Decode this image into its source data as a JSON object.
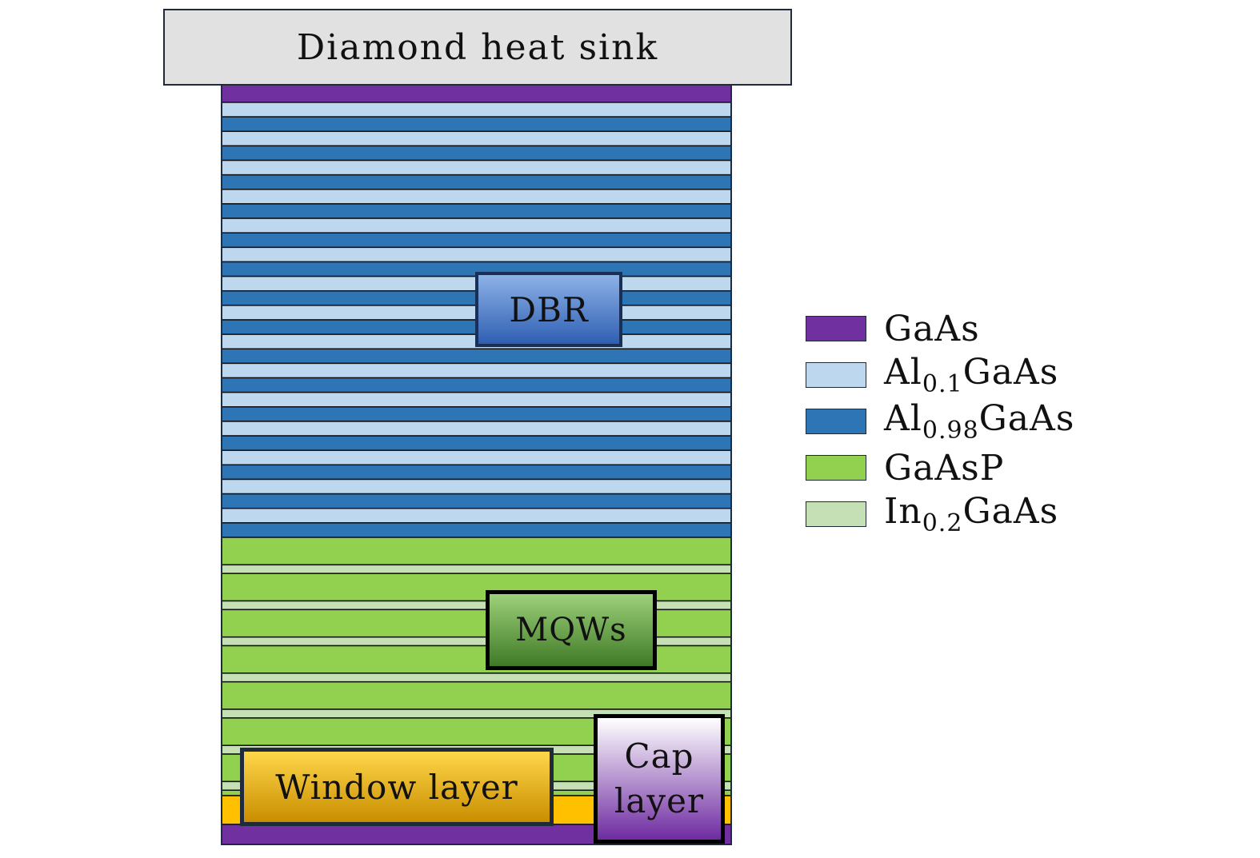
{
  "heat_sink": {
    "label": "Diamond heat sink"
  },
  "labels": {
    "dbr": "DBR",
    "mqws": "MQWs",
    "window": "Window layer",
    "cap_line1": "Cap",
    "cap_line2": "layer"
  },
  "legend": [
    {
      "pre": "GaAs",
      "sub": "",
      "post": "",
      "color": "#7030a0"
    },
    {
      "pre": "Al",
      "sub": "0.1",
      "post": "GaAs",
      "color": "#bdd7ee"
    },
    {
      "pre": "Al",
      "sub": "0.98",
      "post": "GaAs",
      "color": "#2e75b6"
    },
    {
      "pre": "GaAsP",
      "sub": "",
      "post": "",
      "color": "#92d050"
    },
    {
      "pre": "In",
      "sub": "0.2",
      "post": "GaAs",
      "color": "#c5e0b4"
    }
  ],
  "colors": {
    "gaas": "#7030a0",
    "al01": "#bdd7ee",
    "al098": "#2e75b6",
    "gaasp": "#92d050",
    "in02": "#c5e0b4",
    "window": "#ffc000"
  },
  "structure": {
    "dbr_pairs": 15,
    "quantum_wells": 7
  }
}
